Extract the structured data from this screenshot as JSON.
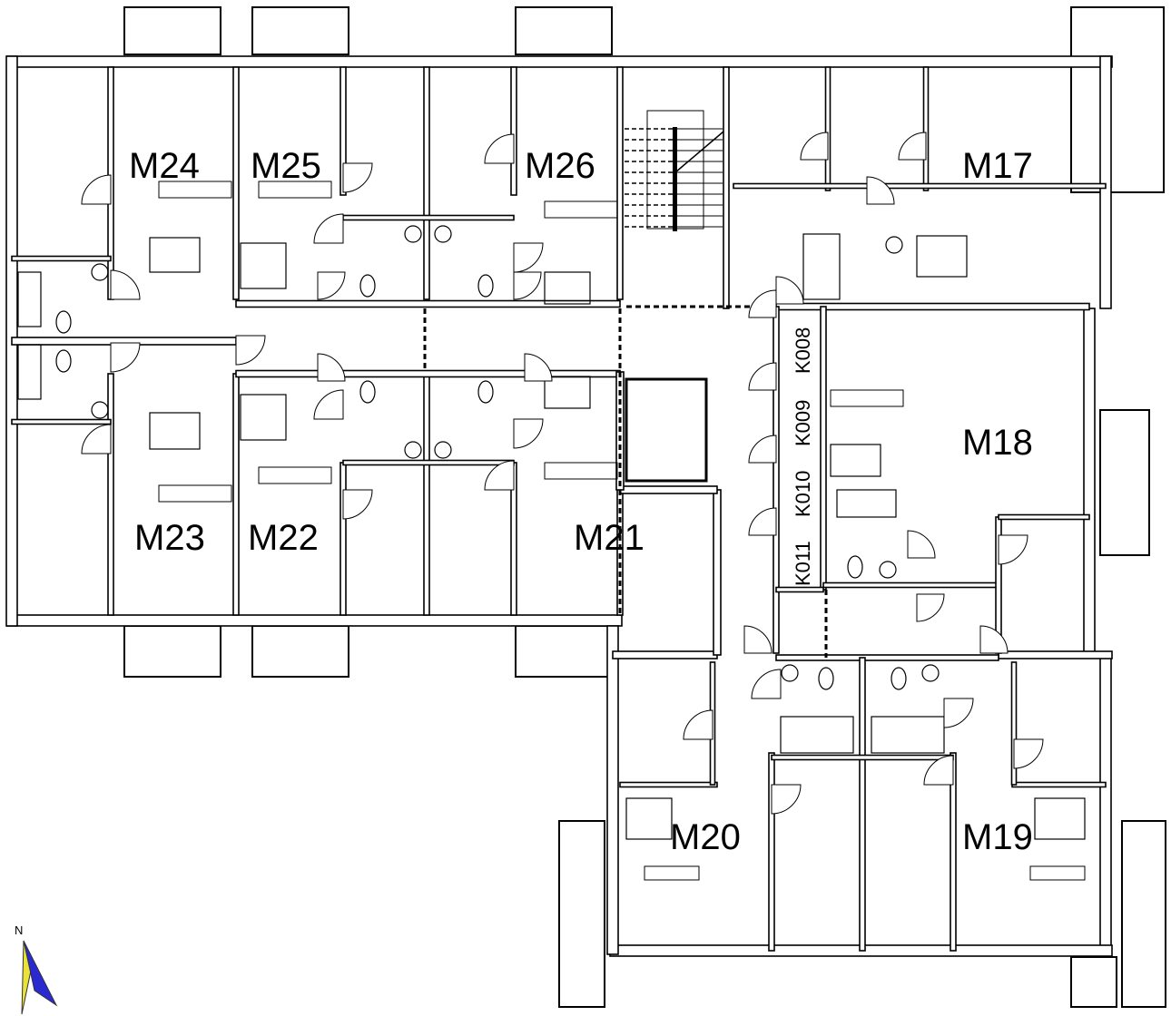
{
  "plan": {
    "apartments": [
      {
        "id": "M24"
      },
      {
        "id": "M25"
      },
      {
        "id": "M26"
      },
      {
        "id": "M17"
      },
      {
        "id": "M18"
      },
      {
        "id": "M23"
      },
      {
        "id": "M22"
      },
      {
        "id": "M21"
      },
      {
        "id": "M20"
      },
      {
        "id": "M19"
      }
    ],
    "storage_rooms": [
      {
        "id": "K008"
      },
      {
        "id": "K009"
      },
      {
        "id": "K010"
      },
      {
        "id": "K011"
      }
    ],
    "north_arrow": {
      "label": "N",
      "colors": {
        "light": "#e8e23a",
        "dark": "#2a2ad0"
      }
    }
  }
}
